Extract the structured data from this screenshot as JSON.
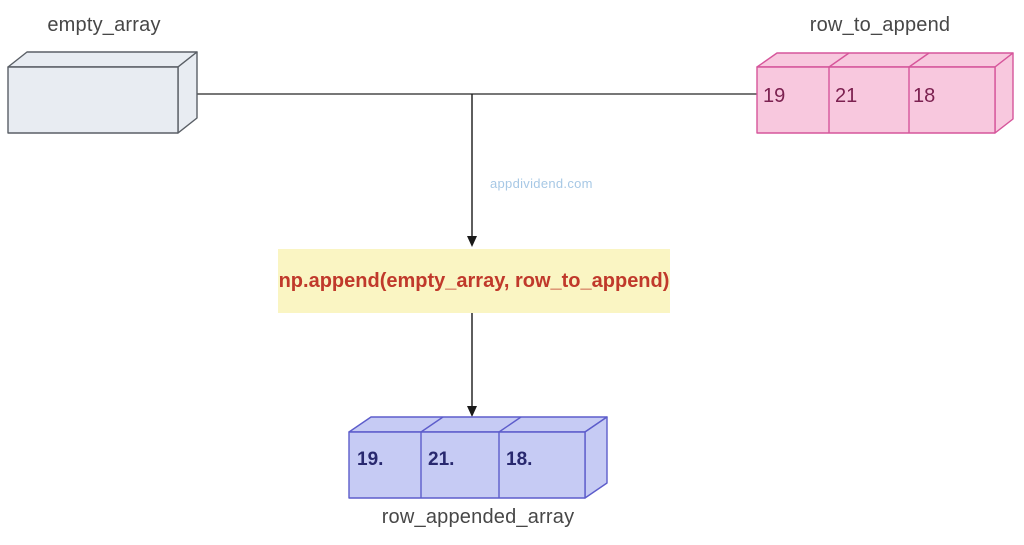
{
  "empty_array": {
    "label": "empty_array"
  },
  "row_to_append": {
    "label": "row_to_append",
    "values": [
      "19",
      "21",
      "18"
    ]
  },
  "operation": {
    "code": "np.append(empty_array, row_to_append)"
  },
  "row_appended_array": {
    "label": "row_appended_array",
    "values": [
      "19.",
      "21.",
      "18."
    ]
  },
  "watermark": {
    "text": "appdividend.com"
  },
  "colors": {
    "box_gray_fill": "#e8ecf2",
    "box_gray_stroke": "#5a5f66",
    "box_pink_fill": "#f8c8de",
    "box_pink_stroke": "#d6569b",
    "pink_value_text": "#7c2150",
    "box_blue_fill": "#c6cbf4",
    "box_blue_stroke": "#5d5dcb",
    "blue_value_text": "#28286e",
    "operation_bg": "#faf5c3",
    "operation_text": "#c0392b",
    "connector_line": "#4a4a4a",
    "arrow": "#1a1a1a",
    "label_text": "#474747",
    "watermark_text": "#a7c8e5"
  }
}
